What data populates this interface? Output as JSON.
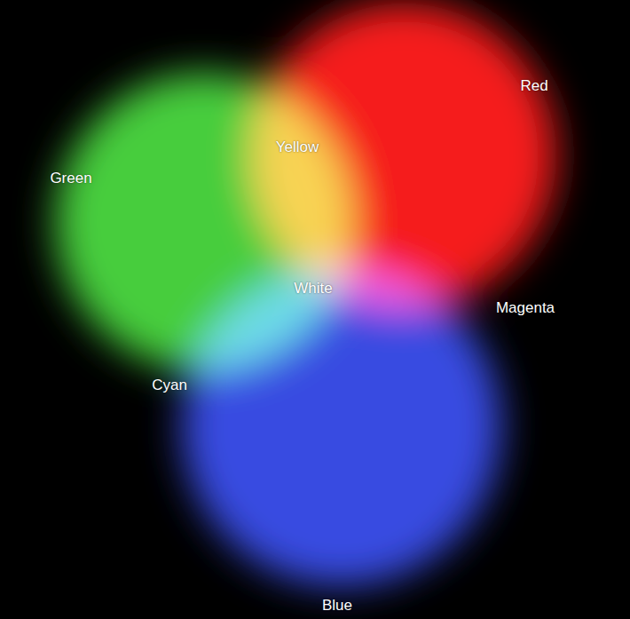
{
  "diagram": {
    "labels": [
      "Red",
      "Yellow",
      "Green",
      "White",
      "Magenta",
      "Cyan",
      "Blue"
    ]
  }
}
